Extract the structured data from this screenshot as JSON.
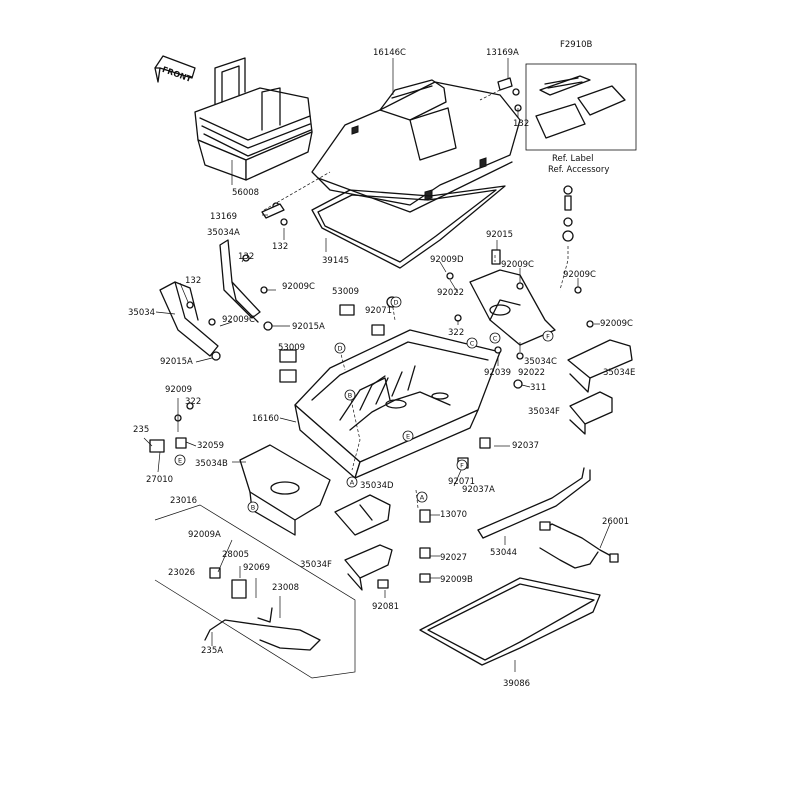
{
  "figure_code": "F2910B",
  "front_label": "FRONT",
  "ref_label_text": "Ref. Label",
  "ref_accessory_text": "Ref. Accessory",
  "part_labels": {
    "p16146C": "16146C",
    "p13169A": "13169A",
    "p132a": "132",
    "p56008": "56008",
    "p13169": "13169",
    "p132b": "132",
    "p35034A": "35034A",
    "p132c": "132",
    "p39145": "39145",
    "p92015": "92015",
    "p92009D": "92009D",
    "p92009Ca": "92009C",
    "p92009Cb": "92009C",
    "p132d": "132",
    "p92009Cc": "92009C",
    "p53009a": "53009",
    "p92022a": "92022",
    "p35034": "35034",
    "p92009Cd": "92009C",
    "p92071a": "92071",
    "p92015A": "92015A",
    "p322a": "322",
    "p92009Ce": "92009C",
    "p92015Aa": "92015A",
    "p35034C": "35034C",
    "p53009b": "53009",
    "p92022b": "92022",
    "p35034E": "35034E",
    "p92039": "92039",
    "p311": "311",
    "p92009": "92009",
    "p322b": "322",
    "p35034F": "35034F",
    "p16160": "16160",
    "p235": "235",
    "p32059": "32059",
    "p92037": "92037",
    "p35034B": "35034B",
    "p27010": "27010",
    "p92071b": "92071",
    "p92037A": "92037A",
    "p35034D": "35034D",
    "p23016": "23016",
    "p13070": "13070",
    "p26001": "26001",
    "p92009A": "92009A",
    "p28005": "28005",
    "p53044": "53044",
    "p23026": "23026",
    "p92069": "92069",
    "p35034Fb": "35034F",
    "p92027": "92027",
    "p92009B": "92009B",
    "p23008": "23008",
    "p92081": "92081",
    "p235A": "235A",
    "p39086": "39086"
  },
  "callout_letters": {
    "A1": "A",
    "A2": "A",
    "B1": "B",
    "B2": "B",
    "C1": "C",
    "C2": "C",
    "D1": "D",
    "D2": "D",
    "E1": "E",
    "E2": "E",
    "F1": "F",
    "F2": "F"
  }
}
